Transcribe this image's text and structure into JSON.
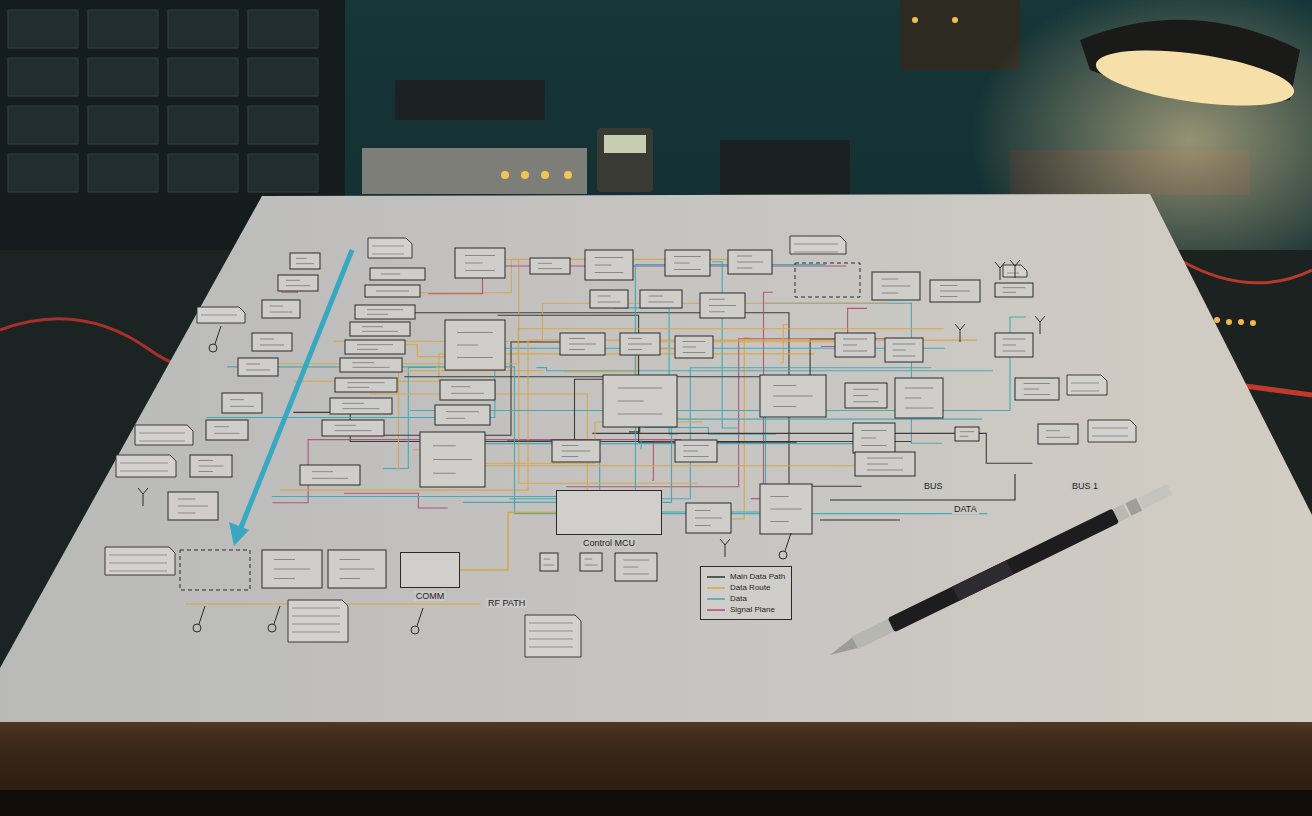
{
  "diagram": {
    "nodes": [
      {
        "text": [
          "COMM"
        ]
      },
      {
        "text": [
          "Control MCU"
        ]
      }
    ],
    "edges": [
      {
        "from": 0,
        "to": 1,
        "arrow": "none"
      }
    ],
    "labels": [
      "BUS",
      "DATA",
      "BUS 1",
      "RF PATH"
    ],
    "legend": [
      {
        "text": "Main Data Path"
      },
      {
        "text": "Data Route"
      },
      {
        "text": "Data"
      },
      {
        "text": "Signal Plane"
      }
    ]
  }
}
